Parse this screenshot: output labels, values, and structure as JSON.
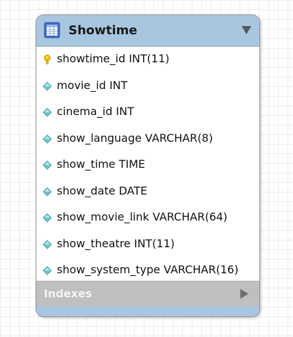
{
  "table": {
    "title": "Showtime",
    "columns": [
      {
        "text": "showtime_id INT(11)",
        "icon": "primary-key-icon"
      },
      {
        "text": "movie_id INT",
        "icon": "column-diamond-icon"
      },
      {
        "text": "cinema_id INT",
        "icon": "column-diamond-icon"
      },
      {
        "text": "show_language VARCHAR(8)",
        "icon": "column-diamond-icon"
      },
      {
        "text": "show_time TIME",
        "icon": "column-diamond-icon"
      },
      {
        "text": "show_date DATE",
        "icon": "column-diamond-icon"
      },
      {
        "text": "show_movie_link VARCHAR(64)",
        "icon": "column-diamond-icon"
      },
      {
        "text": "show_theatre INT(11)",
        "icon": "column-diamond-icon"
      },
      {
        "text": "show_system_type VARCHAR(16)",
        "icon": "column-diamond-icon"
      }
    ],
    "indexes_label": "Indexes"
  },
  "colors": {
    "header": "#a9c6e0",
    "indexes_bar": "#bfbfbf",
    "key": "#f2c200",
    "column_diamond": "#6cc4cc"
  }
}
